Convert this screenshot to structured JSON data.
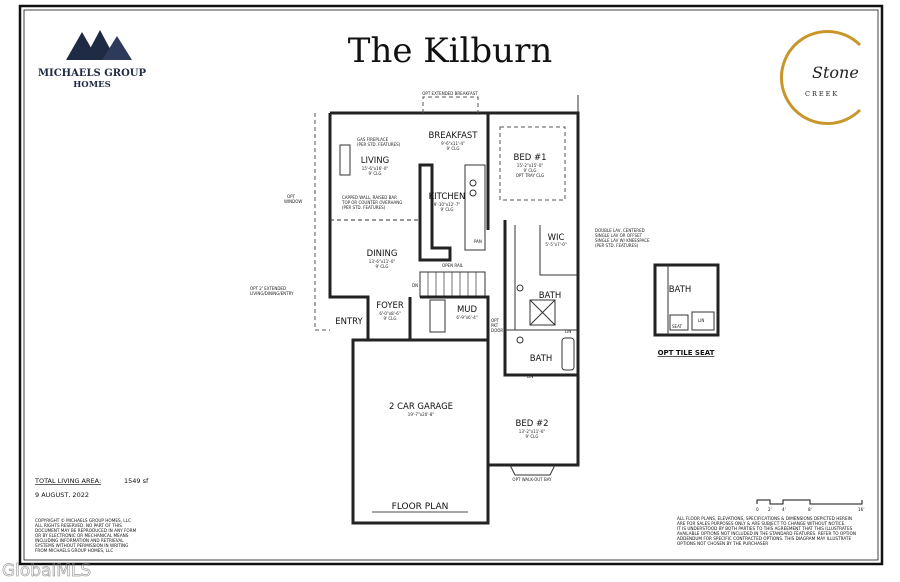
{
  "title": "The Kilburn",
  "logo_left": {
    "line1": "MICHAELS GROUP",
    "line2": "HOMES",
    "color": "#1f2a44"
  },
  "logo_right": {
    "script": "Stone",
    "caps": "CREEK",
    "ring_color": "#c9962a"
  },
  "plan_label": "FLOOR PLAN",
  "total_area_label": "TOTAL LIVING AREA:",
  "total_area_value": "1549 sf",
  "date": "9 AUGUST, 2022",
  "copyright": [
    "COPYRIGHT © MICHAELS GROUP HOMES, LLC",
    "ALL RIGHTS RESERVED. NO PART OF THIS",
    "DOCUMENT MAY BE REPRODUCED IN ANY FORM",
    "OR BY ELECTRONIC OR MECHANICAL MEANS",
    "INCLUDING INFORMATION AND RETRIEVAL",
    "SYSTEMS WITHOUT PERMISSION IN WRITING",
    "FROM MICHAELS GROUP HOMES, LLC"
  ],
  "disclaimer": [
    "ALL FLOOR PLANS, ELEVATIONS, SPECIFICATIONS & DIMENSIONS DEPICTED HEREIN",
    "ARE FOR SALES PURPOSES ONLY & ARE SUBJECT TO CHANGE WITHOUT NOTICE.",
    "IT IS UNDERSTOOD BY BOTH PARTIES TO THIS AGREEMENT THAT THIS ILLUSTRATES",
    "AVAILABLE OPTIONS NOT INCLUDED IN THE STANDARD FEATURES. REFER TO OPTION",
    "ADDENDUM FOR SPECIFIC CONTRACTED OPTIONS. THIS DIAGRAM MAY ILLUSTRATE",
    "OPTIONS NOT CHOSEN BY THE PURCHASER"
  ],
  "scale_labels": [
    "0",
    "2'",
    "4'",
    "8'",
    "16'"
  ],
  "watermark": "GlobalMLS",
  "rooms": {
    "living": {
      "name": "LIVING",
      "dim": "15'-6\"x16'-0\"",
      "clg": "9' CLG"
    },
    "breakfast": {
      "name": "BREAKFAST",
      "dim": "9'-6\"x11'-4\"",
      "clg": "9' CLG"
    },
    "kitchen": {
      "name": "KITCHEN",
      "dim": "9'-10\"x12'-7\"",
      "clg": "9' CLG"
    },
    "bed1": {
      "name": "BED #1",
      "dim": "15'-2\"x15'-0\"",
      "clg": "9' CLG",
      "opt": "OPT TRAY CLG"
    },
    "wic": {
      "name": "WIC",
      "dim": "5'-5\"x7'-0\""
    },
    "dining": {
      "name": "DINING",
      "dim": "13'-6\"x11'-0\"",
      "clg": "9' CLG"
    },
    "foyer": {
      "name": "FOYER",
      "dim": "6'-0\"x8'-6\"",
      "clg": "9' CLG"
    },
    "mud": {
      "name": "MUD",
      "dim": "6'-9\"x6'-4\""
    },
    "entry": {
      "name": "ENTRY"
    },
    "bath1": {
      "name": "BATH"
    },
    "bath2": {
      "name": "BATH"
    },
    "garage": {
      "name": "2 CAR GARAGE",
      "dim": "19'-7\"x20'-8\""
    },
    "bed2": {
      "name": "BED #2",
      "dim": "13'-2\"x11'-6\"",
      "clg": "9' CLG"
    },
    "bath_opt": {
      "name": "BATH"
    }
  },
  "notes": {
    "opt_breakfast": "OPT EXTENDED BREAKFAST",
    "fireplace": [
      "GAS FIREPLACE",
      "(PER STD. FEATURES)"
    ],
    "capped_wall": [
      "CAPPED WALL, RAISED BAR",
      "TOP OR COUNTER OVERHANG",
      "(PER STD. FEATURES)"
    ],
    "opt_window": [
      "OPT",
      "WINDOW"
    ],
    "open_rail": "OPEN RAIL",
    "opt_extended": [
      "OPT 2' EXTENDED",
      "LIVING/DINING/ENTRY"
    ],
    "pkt_door": [
      "OPT",
      "PKT",
      "DOOR"
    ],
    "double_lav": [
      "DOUBLE LAV, CENTERED",
      "SINGLE LAV OR OFFSET",
      "SINGLE LAV W/ KNEESPACE",
      "(PER STD. FEATURES)"
    ],
    "walkout_bay": "OPT WALK-OUT BAY",
    "pan": "PAN",
    "lin": "LIN",
    "seat": "SEAT",
    "opt_tile_seat": "OPT TILE SEAT",
    "dn": "DN"
  }
}
